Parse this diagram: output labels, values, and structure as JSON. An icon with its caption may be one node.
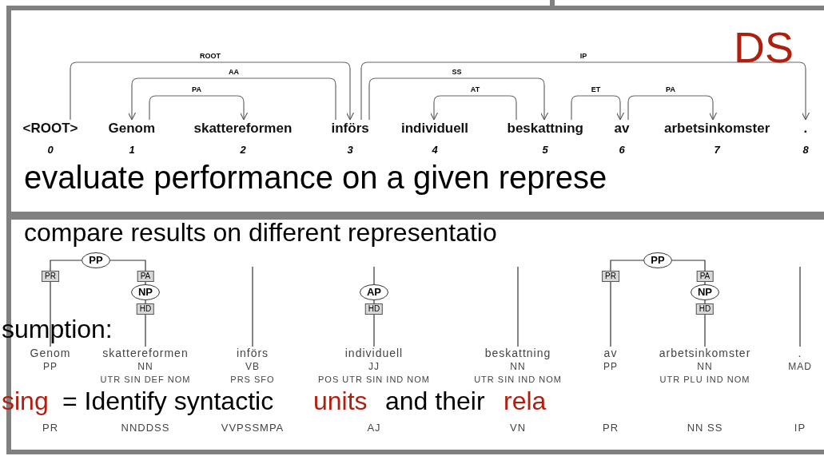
{
  "diagram": {
    "nodes": [
      {
        "text": [
          "<ROOT>"
        ],
        "beside": [
          "0"
        ]
      },
      {
        "text": [
          "Genom"
        ],
        "beside": [
          "1"
        ]
      },
      {
        "text": [
          "skattereformen"
        ],
        "beside": [
          "2"
        ]
      },
      {
        "text": [
          "införs"
        ],
        "beside": [
          "3"
        ]
      },
      {
        "text": [
          "individuell"
        ],
        "beside": [
          "4"
        ]
      },
      {
        "text": [
          "beskattning"
        ],
        "beside": [
          "5"
        ]
      },
      {
        "text": [
          "av"
        ],
        "beside": [
          "6"
        ]
      },
      {
        "text": [
          "arbetsinkomster"
        ],
        "beside": [
          "7"
        ]
      },
      {
        "text": [
          "."
        ],
        "beside": [
          "8"
        ]
      },
      {
        "text": [
          "PP"
        ]
      },
      {
        "text": [
          "NP"
        ]
      },
      {
        "text": [
          "AP"
        ]
      },
      {
        "text": [
          "PP"
        ]
      },
      {
        "text": [
          "NP"
        ]
      },
      {
        "text": [
          "Genom",
          "PP",
          "PR"
        ]
      },
      {
        "text": [
          "skattereformen",
          "NN",
          "UTR SIN DEF NOM",
          "NNDDSS"
        ]
      },
      {
        "text": [
          "införs",
          "VB",
          "PRS SFO",
          "VVPSSMPA"
        ]
      },
      {
        "text": [
          "individuell",
          "JJ",
          "POS UTR SIN IND NOM",
          "AJ"
        ]
      },
      {
        "text": [
          "beskattning",
          "NN",
          "UTR SIN IND NOM",
          "VN"
        ]
      },
      {
        "text": [
          "av",
          "PP",
          "PR"
        ]
      },
      {
        "text": [
          "arbetsinkomster",
          "NN",
          "UTR PLU IND NOM",
          "NN SS"
        ]
      },
      {
        "text": [
          ".",
          "MAD",
          "IP"
        ]
      }
    ],
    "edges": [
      {
        "from": 0,
        "to": 3,
        "arrow": "to",
        "label": "ROOT"
      },
      {
        "from": 3,
        "to": 1,
        "arrow": "to",
        "label": "AA"
      },
      {
        "from": 1,
        "to": 2,
        "arrow": "to",
        "label": "PA"
      },
      {
        "from": 3,
        "to": 8,
        "arrow": "to",
        "label": "IP"
      },
      {
        "from": 3,
        "to": 5,
        "arrow": "to",
        "label": "SS"
      },
      {
        "from": 5,
        "to": 4,
        "arrow": "to",
        "label": "AT"
      },
      {
        "from": 5,
        "to": 6,
        "arrow": "to",
        "label": "ET"
      },
      {
        "from": 6,
        "to": 7,
        "arrow": "to",
        "label": "PA"
      },
      {
        "from": 9,
        "to": 14,
        "arrow": "none",
        "label": "PR"
      },
      {
        "from": 9,
        "to": 10,
        "arrow": "none",
        "label": "PA"
      },
      {
        "from": 10,
        "to": 15,
        "arrow": "none",
        "label": "HD"
      },
      {
        "from": null,
        "to": 16,
        "arrow": "none"
      },
      {
        "from": 11,
        "to": 17,
        "arrow": "none",
        "label": "HD"
      },
      {
        "from": null,
        "to": 11,
        "arrow": "none"
      },
      {
        "from": null,
        "to": 18,
        "arrow": "none"
      },
      {
        "from": 12,
        "to": 19,
        "arrow": "none",
        "label": "PR"
      },
      {
        "from": 12,
        "to": 13,
        "arrow": "none",
        "label": "PA"
      },
      {
        "from": 13,
        "to": 20,
        "arrow": "none",
        "label": "HD"
      },
      {
        "from": null,
        "to": 21,
        "arrow": "none"
      }
    ],
    "labels": [
      "DS",
      "evaluate performance on a given represe",
      "compare results on different representatio",
      "sumption:",
      "sing",
      "= Identify syntactic",
      "units",
      "and their",
      "rela"
    ]
  }
}
